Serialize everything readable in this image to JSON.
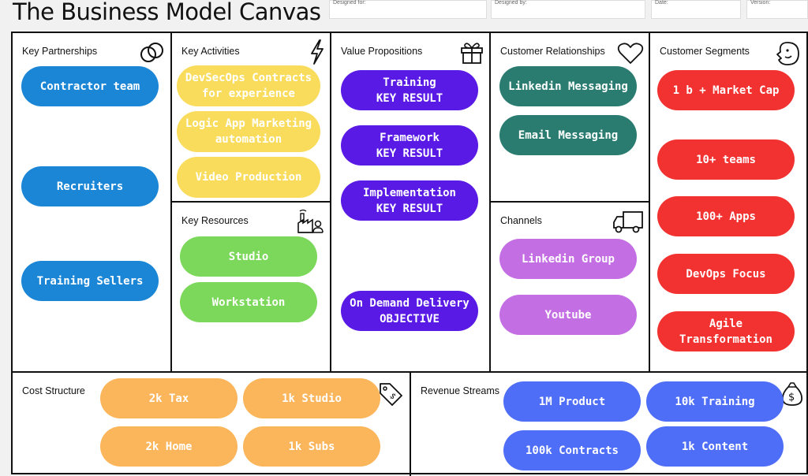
{
  "title": "The Business Model Canvas",
  "meta": {
    "designed_for": "Designed for:",
    "designed_by": "Designed by:",
    "date": "Date:",
    "version": "Version:"
  },
  "sections": {
    "key_partnerships": "Key Partnerships",
    "key_activities": "Key Activities",
    "key_resources": "Key Resources",
    "value_propositions": "Value Propositions",
    "customer_relationships": "Customer Relationships",
    "channels": "Channels",
    "customer_segments": "Customer Segments",
    "cost_structure": "Cost Structure",
    "revenue_streams": "Revenue Streams"
  },
  "notes": {
    "kp1": "Contractor team",
    "kp2": "Recruiters",
    "kp3": "Training Sellers",
    "ka1_l1": "DevSecOps Contracts",
    "ka1_l2": "for experience",
    "ka2_l1": "Logic App Marketing",
    "ka2_l2": "automation",
    "ka3": "Video Production",
    "kr1": "Studio",
    "kr2": "Workstation",
    "vp1_l1": "Training",
    "vp1_l2": "KEY RESULT",
    "vp2_l1": "Framework",
    "vp2_l2": "KEY RESULT",
    "vp3_l1": "Implementation",
    "vp3_l2": "KEY RESULT",
    "vp4_l1": "On Demand Delivery",
    "vp4_l2": "OBJECTIVE",
    "cr1": "Linkedin Messaging",
    "cr2": "Email Messaging",
    "ch1": "Linkedin Group",
    "ch2": "Youtube",
    "cs1": "1 b + Market Cap",
    "cs2": "10+ teams",
    "cs3": "100+ Apps",
    "cs4": "DevOps Focus",
    "cs5_l1": "Agile",
    "cs5_l2": "Transformation",
    "cost1": "2k Tax",
    "cost2": "1k Studio",
    "cost3": "2k Home",
    "cost4": "1k Subs",
    "rev1": "1M Product",
    "rev2": "10k Training",
    "rev3": "100k Contracts",
    "rev4": "1k Content"
  },
  "colors": {
    "partnerships": "#1b86d6",
    "activities": "#f9dc5c",
    "resources": "#7cd85a",
    "value": "#5a1ae6",
    "relationships": "#2a7c70",
    "channels": "#c46ee3",
    "segments": "#f23131",
    "cost": "#fbb55a",
    "revenue": "#4f6ef7"
  },
  "icons": {
    "key_partnerships": "chain-link-icon",
    "key_activities": "lightning-icon",
    "key_resources": "factory-icon",
    "value_propositions": "gift-icon",
    "customer_relationships": "heart-icon",
    "channels": "truck-icon",
    "customer_segments": "face-icon",
    "cost_structure": "price-tag-icon",
    "revenue_streams": "money-bag-icon"
  }
}
